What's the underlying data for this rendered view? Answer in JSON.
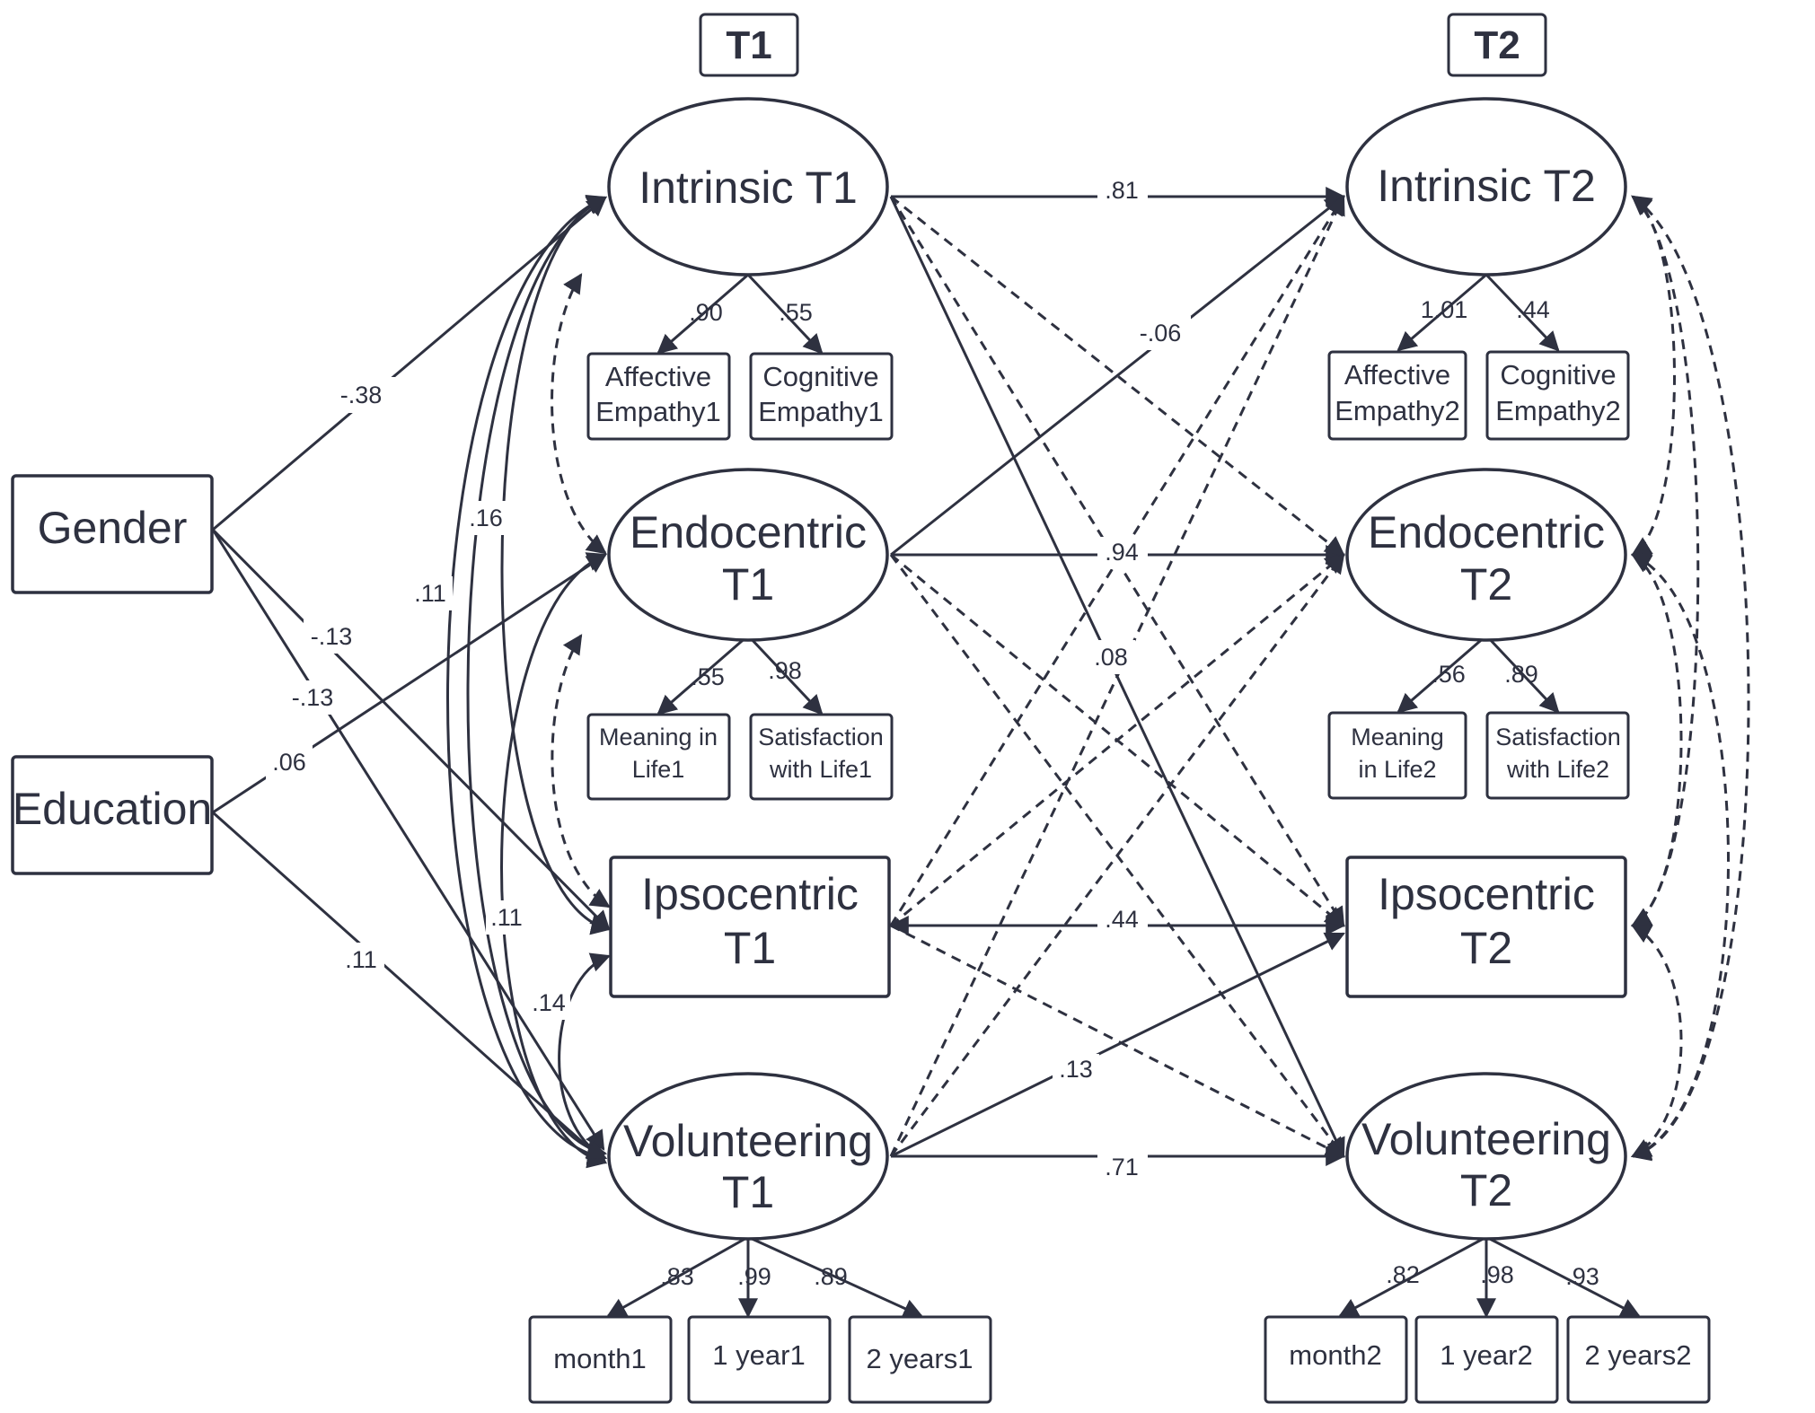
{
  "headers": {
    "t1": "T1",
    "t2": "T2"
  },
  "nodes": {
    "gender": "Gender",
    "education": "Education",
    "intrinsic_t1": "Intrinsic T1",
    "endocentric_t1": [
      "Endocentric",
      "T1"
    ],
    "ipsocentric_t1": [
      "Ipsocentric",
      "T1"
    ],
    "volunteering_t1": [
      "Volunteering",
      "T1"
    ],
    "intrinsic_t2": "Intrinsic T2",
    "endocentric_t2": [
      "Endocentric",
      "T2"
    ],
    "ipsocentric_t2": [
      "Ipsocentric",
      "T2"
    ],
    "volunteering_t2": [
      "Volunteering",
      "T2"
    ]
  },
  "indicators": {
    "affective1": [
      "Affective",
      "Empathy1"
    ],
    "cognitive1": [
      "Cognitive",
      "Empathy1"
    ],
    "meaning1": [
      "Meaning in",
      "Life1"
    ],
    "satisfaction1": [
      "Satisfaction",
      "with Life1"
    ],
    "month1": "month1",
    "year1": "1 year1",
    "years2_1": "2 years1",
    "affective2": [
      "Affective",
      "Empathy2"
    ],
    "cognitive2": [
      "Cognitive",
      "Empathy2"
    ],
    "meaning2": [
      "Meaning",
      "in Life2"
    ],
    "satisfaction2": [
      "Satisfaction",
      "with Life2"
    ],
    "month2": "month2",
    "year2": "1 year2",
    "years2_2": "2 years2"
  },
  "coefficients": {
    "gender_intrinsic": "-.38",
    "gender_ipso": "-.13",
    "gender_vol": "-.13",
    "edu_endo": ".06",
    "edu_vol": ".11",
    "cov_16": ".16",
    "cov_11a": ".11",
    "cov_11b": ".11",
    "cov_14": ".14",
    "intr_stab": ".81",
    "endo_stab": ".94",
    "ipso_stab": ".44",
    "vol_stab": ".71",
    "endo_intr2": "-.06",
    "intr_vol2": ".08",
    "vol_ipso2": ".13",
    "l_aff1": ".90",
    "l_cog1": ".55",
    "l_mean1": ".55",
    "l_sat1": ".98",
    "l_m1": ".83",
    "l_y1": ".99",
    "l_2y1": ".89",
    "l_aff2": "1.01",
    "l_cog2": ".44",
    "l_mean2": ".56",
    "l_sat2": ".89",
    "l_m2": ".82",
    "l_y2": ".98",
    "l_2y2": ".93"
  }
}
